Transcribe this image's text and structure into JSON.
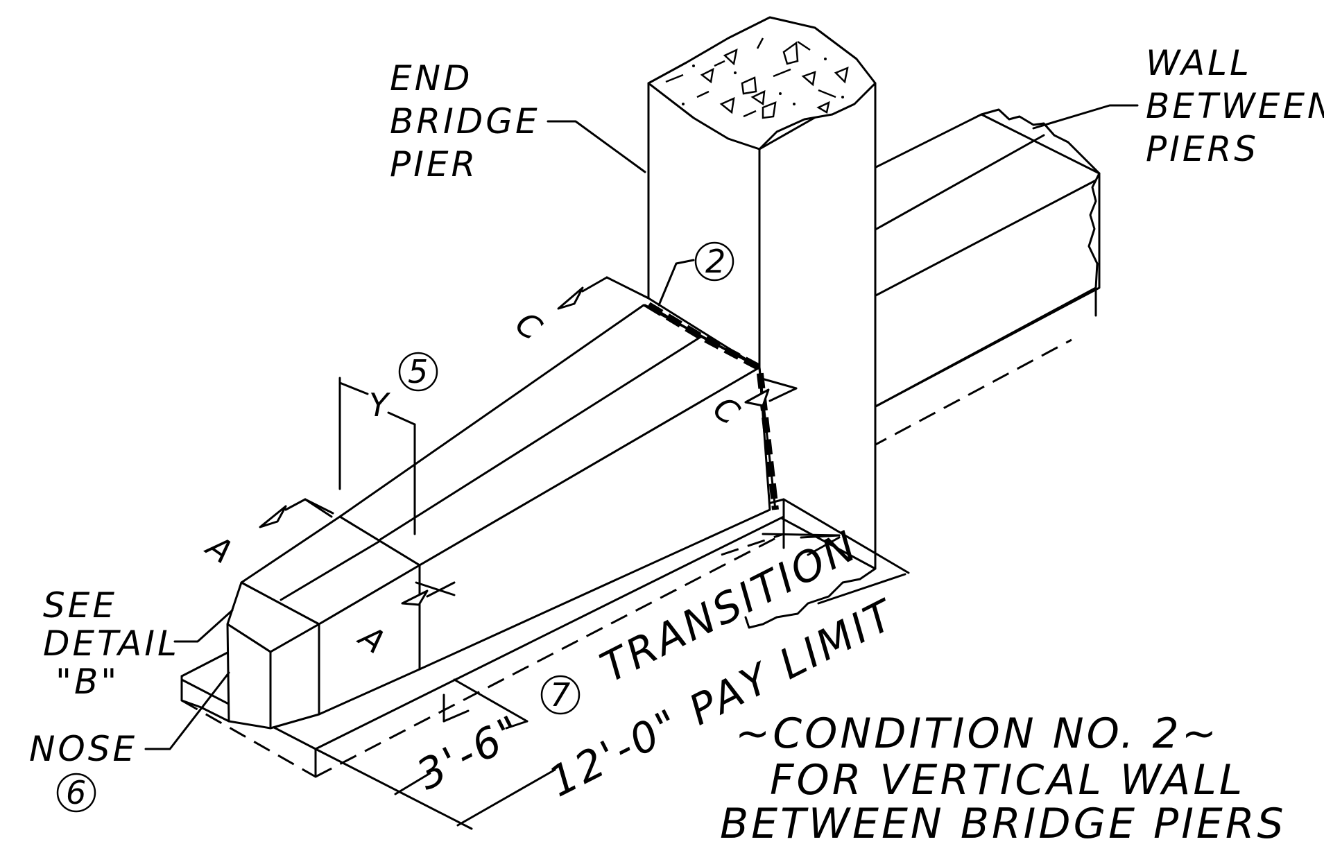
{
  "labels": {
    "end_bridge_pier": [
      "END",
      "BRIDGE",
      "PIER"
    ],
    "wall_between_piers": [
      "WALL",
      "BETWEEN",
      "PIERS"
    ],
    "see_detail": [
      "SEE",
      "DETAIL",
      "\"B\""
    ],
    "nose": "NOSE"
  },
  "callouts": {
    "c2": "2",
    "c5": "5",
    "c6": "6",
    "c7": "7"
  },
  "section_marks": {
    "a": "A",
    "c": "C",
    "y": "Y"
  },
  "dimensions": {
    "transition": "TRANSITION",
    "short": "3'-6\"",
    "pay_limit": "12'-0\" PAY LIMIT"
  },
  "title": {
    "main": "~CONDITION NO. 2~",
    "line2": "FOR VERTICAL WALL",
    "line3": "BETWEEN BRIDGE PIERS"
  }
}
